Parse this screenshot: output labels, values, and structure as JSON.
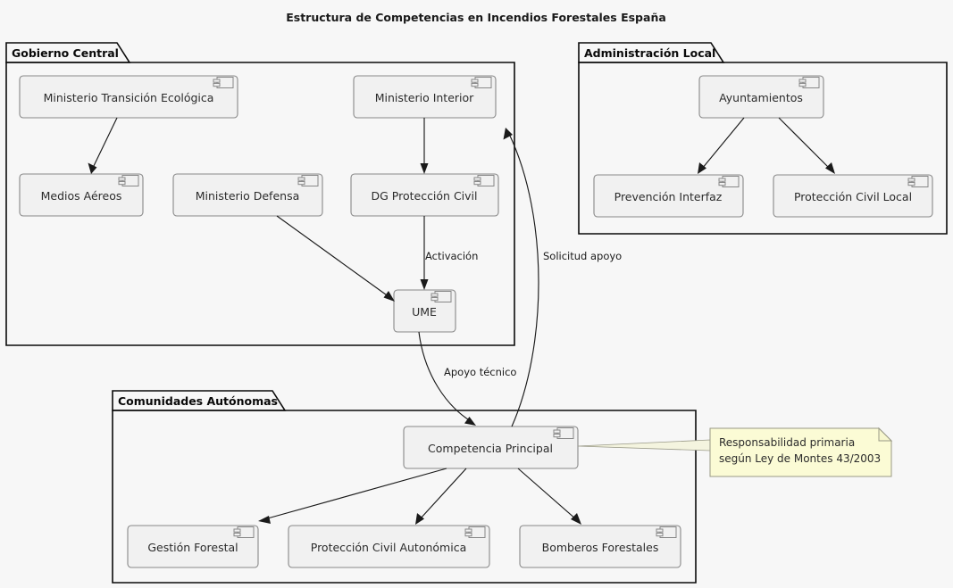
{
  "diagram": {
    "title": "Estructura de Competencias en Incendios Forestales España",
    "type": "uml-component-diagram",
    "background_color": "#f7f7f7",
    "component_fill": "#f1f1f1",
    "component_stroke": "#888888",
    "package_stroke": "#0a0a0a",
    "note_fill": "#fbfbd5",
    "note_stroke": "#999986"
  },
  "packages": [
    {
      "id": "gobierno-central",
      "label": "Gobierno Central",
      "components": [
        {
          "id": "ministerio-transicion-ecologica",
          "label": "Ministerio Transición Ecológica"
        },
        {
          "id": "ministerio-interior",
          "label": "Ministerio Interior"
        },
        {
          "id": "medios-aereos",
          "label": "Medios Aéreos"
        },
        {
          "id": "ministerio-defensa",
          "label": "Ministerio Defensa"
        },
        {
          "id": "dg-proteccion-civil",
          "label": "DG Protección Civil"
        },
        {
          "id": "ume",
          "label": "UME"
        }
      ]
    },
    {
      "id": "administracion-local",
      "label": "Administración Local",
      "components": [
        {
          "id": "ayuntamientos",
          "label": "Ayuntamientos"
        },
        {
          "id": "prevencion-interfaz",
          "label": "Prevención Interfaz"
        },
        {
          "id": "proteccion-civil-local",
          "label": "Protección Civil Local"
        }
      ]
    },
    {
      "id": "comunidades-autonomas",
      "label": "Comunidades Autónomas",
      "components": [
        {
          "id": "competencia-principal",
          "label": "Competencia Principal"
        },
        {
          "id": "gestion-forestal",
          "label": "Gestión Forestal"
        },
        {
          "id": "proteccion-civil-autonomica",
          "label": "Protección Civil Autonómica"
        },
        {
          "id": "bomberos-forestales",
          "label": "Bomberos Forestales"
        }
      ]
    }
  ],
  "edge_labels": {
    "activacion": "Activación",
    "solicitud_apoyo": "Solicitud apoyo",
    "apoyo_tecnico": "Apoyo técnico"
  },
  "edges": [
    {
      "from": "ministerio-transicion-ecologica",
      "to": "medios-aereos",
      "label": ""
    },
    {
      "from": "ministerio-interior",
      "to": "dg-proteccion-civil",
      "label": ""
    },
    {
      "from": "dg-proteccion-civil",
      "to": "ume",
      "label": "Activación"
    },
    {
      "from": "ministerio-defensa",
      "to": "ume",
      "label": ""
    },
    {
      "from": "ume",
      "to": "competencia-principal",
      "label": "Apoyo técnico"
    },
    {
      "from": "competencia-principal",
      "to": "ministerio-interior",
      "label": "Solicitud apoyo"
    },
    {
      "from": "ayuntamientos",
      "to": "prevencion-interfaz",
      "label": ""
    },
    {
      "from": "ayuntamientos",
      "to": "proteccion-civil-local",
      "label": ""
    },
    {
      "from": "competencia-principal",
      "to": "gestion-forestal",
      "label": ""
    },
    {
      "from": "competencia-principal",
      "to": "proteccion-civil-autonomica",
      "label": ""
    },
    {
      "from": "competencia-principal",
      "to": "bomberos-forestales",
      "label": ""
    }
  ],
  "note": {
    "id": "note-competencia-principal",
    "attached_to": "competencia-principal",
    "line1": "Responsabilidad primaria",
    "line2": "según Ley de Montes 43/2003"
  }
}
